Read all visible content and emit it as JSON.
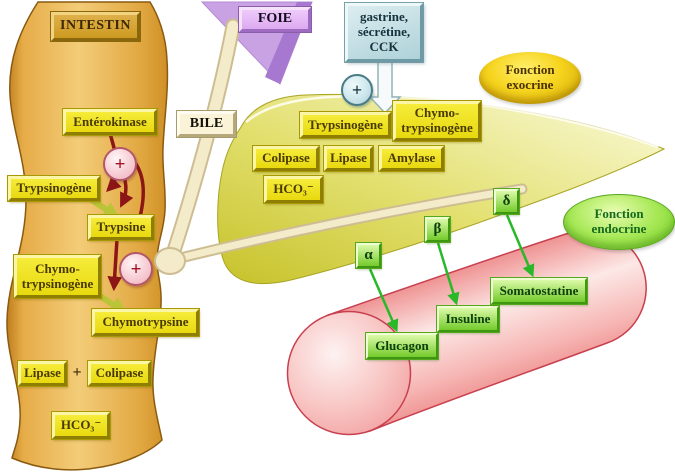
{
  "diagram": {
    "intestine": {
      "title": "INTESTIN",
      "enterokinase": "Entérokinase",
      "trypsinogen": "Trypsinogène",
      "trypsin": "Trypsine",
      "chymotrypsinogen": "Chymo-trypsinogène",
      "chymotrypsin": "Chymotrypsine",
      "lipase": "Lipase",
      "plus": "+",
      "colipase": "Colipase",
      "bicarbonate": "HCO₃⁻"
    },
    "liver": {
      "title": "FOIE",
      "bile": "BILE"
    },
    "stimulus": {
      "text": "gastrine, sécrétine, CCK",
      "plus": "+"
    },
    "activation": {
      "plus": "+"
    },
    "exocrine": {
      "function_label": "Fonction exocrine",
      "trypsinogen": "Trypsinogène",
      "chymotrypsinogen": "Chymo-trypsinogène",
      "colipase": "Colipase",
      "lipase": "Lipase",
      "amylase": "Amylase",
      "bicarbonate": "HCO₃⁻"
    },
    "endocrine": {
      "function_label": "Fonction endocrine",
      "alpha": "α",
      "beta": "β",
      "delta": "δ",
      "glucagon": "Glucagon",
      "insulin": "Insuline",
      "somatostatin": "Somatostatine"
    }
  },
  "colors": {
    "intestine_orange": "#f3cc78",
    "label_yellow": "#f0e626",
    "activation_red": "#8c1616",
    "conversion_olive": "#bcc73a",
    "liver_purple": "#c9a2e4",
    "bile_cream": "#f4ebcb",
    "stimulus_blue": "#c6e2e6",
    "pancreas_yellow_green": "#e3e070",
    "exocrine_gold": "#f6d41e",
    "endocrine_green": "#8cdc3c",
    "islet_pink": "#f6b6b4",
    "hormone_green": "#74cb2c",
    "arrow_green": "#28b828"
  }
}
